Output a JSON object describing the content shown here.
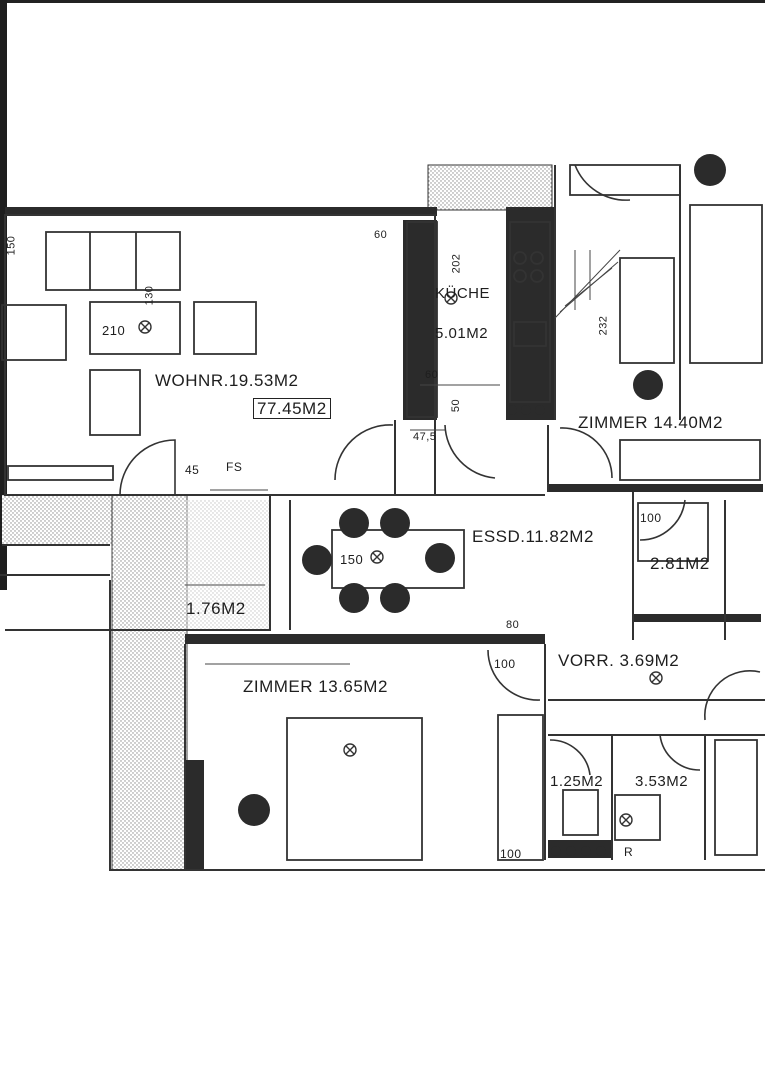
{
  "colors": {
    "wall": "#2b2b2b",
    "line": "#333333",
    "hatch": "#9a9a9a",
    "paper": "#ffffff"
  },
  "rooms": {
    "wohnr": "WOHNR.19.53M2",
    "total": "77.45M2",
    "kueche_name": "KÜCHE",
    "kueche_area": "5.01M2",
    "zimmer1": "ZIMMER 14.40M2",
    "essd": "ESSD.11.82M2",
    "bad_small": "2.81M2",
    "loggia": "1.76M2",
    "zimmer2": "ZIMMER 13.65M2",
    "vorr": "VORR. 3.69M2",
    "wc": "1.25M2",
    "bad": "3.53M2"
  },
  "annotations": {
    "table_wohn": "210",
    "table_130": "130",
    "table_ess": "150",
    "fs": "FS",
    "n45": "45",
    "n50": "50",
    "n60": "60",
    "d100_a": "100",
    "d100_b": "100",
    "d100_c": "100",
    "d80": "80",
    "d475": "47,5",
    "k202": "202",
    "k232": "232",
    "k60": "60",
    "r": "R",
    "n150": "150"
  }
}
